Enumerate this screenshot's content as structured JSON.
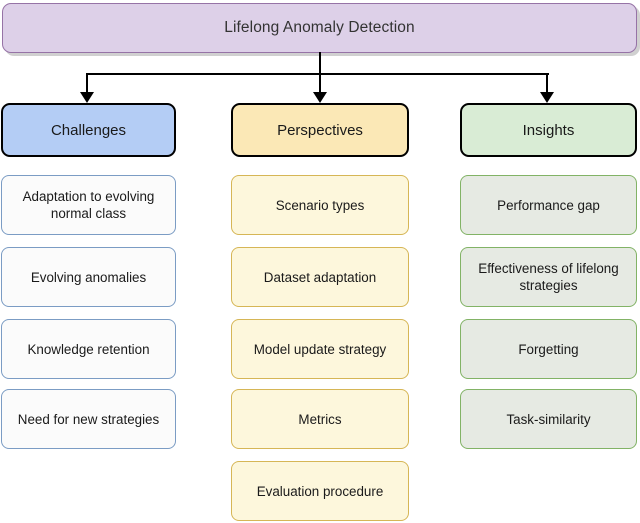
{
  "diagram": {
    "title": "Lifelong Anomaly Detection",
    "colors": {
      "root_fill": "#ddd0e8",
      "root_border": "#9673a6",
      "challenges_header_fill": "#b4cdf5",
      "challenges_item_border": "#7b9cc4",
      "perspectives_header_fill": "#fbe8b6",
      "perspectives_item_fill": "#fdf7dc",
      "perspectives_item_border": "#d6b656",
      "insights_header_fill": "#d9ecd5",
      "insights_item_fill": "#e6eae3",
      "insights_item_border": "#82b366",
      "connector": "#000000"
    },
    "columns": [
      {
        "key": "challenges",
        "header": "Challenges",
        "items": [
          "Adaptation to evolving normal class",
          "Evolving anomalies",
          "Knowledge retention",
          "Need for new strategies"
        ]
      },
      {
        "key": "perspectives",
        "header": "Perspectives",
        "items": [
          "Scenario types",
          "Dataset adaptation",
          "Model update strategy",
          "Metrics",
          "Evaluation procedure"
        ]
      },
      {
        "key": "insights",
        "header": "Insights",
        "items": [
          "Performance gap",
          "Effectiveness of lifelong strategies",
          "Forgetting",
          "Task-similarity"
        ]
      }
    ]
  }
}
